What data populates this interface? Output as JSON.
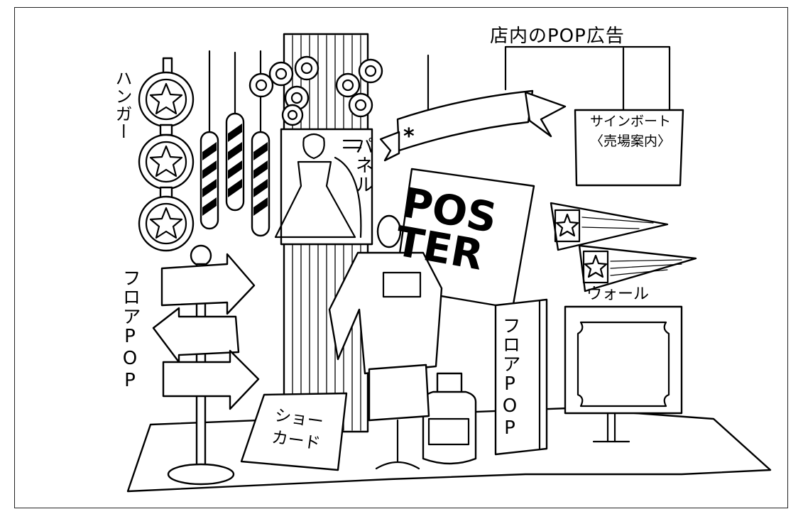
{
  "title": "店内のPOP広告",
  "labels": {
    "hanger": "ハンガー",
    "panel": "パネル",
    "floor_pop_left": "フロアPOP",
    "floor_pop_center": "フロアPOP",
    "wall": "ウォール",
    "sign_board_line1": "サインボート",
    "sign_board_line2": "〈売場案内〉",
    "show_card_line1": "ショー",
    "show_card_line2": "カード",
    "poster_line1": "POS",
    "poster_line2": "TER",
    "asterisk": "*"
  }
}
